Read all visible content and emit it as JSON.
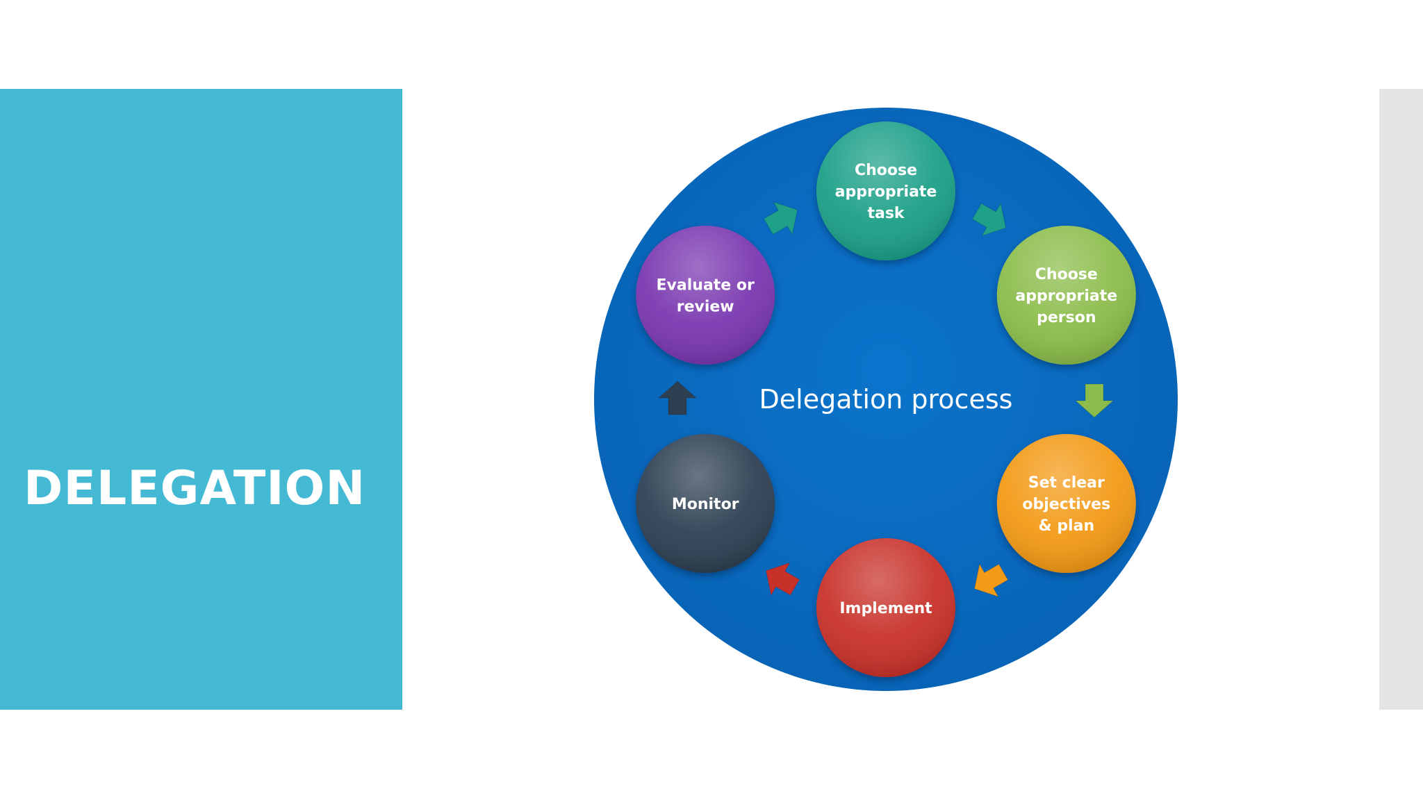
{
  "slide": {
    "title": "DELEGATION"
  },
  "diagram": {
    "center_label": "Delegation process",
    "background_color": "#0a6fc4",
    "steps": [
      {
        "id": "choose-task",
        "lines": [
          "Choose",
          "appropriate",
          "task"
        ],
        "color": "#1fa088",
        "arrow_color": "#1fa088"
      },
      {
        "id": "choose-person",
        "lines": [
          "Choose",
          "appropriate",
          "person"
        ],
        "color": "#8cbd4c",
        "arrow_color": "#8cbd4c"
      },
      {
        "id": "set-objectives",
        "lines": [
          "Set clear",
          "objectives",
          "& plan"
        ],
        "color": "#f39a17",
        "arrow_color": "#f39a17"
      },
      {
        "id": "implement",
        "lines": [
          "Implement"
        ],
        "color": "#c8302a",
        "arrow_color": "#c8302a"
      },
      {
        "id": "monitor",
        "lines": [
          "Monitor"
        ],
        "color": "#2f3f52",
        "arrow_color": "#2f3f52"
      },
      {
        "id": "evaluate",
        "lines": [
          "Evaluate or",
          "review"
        ],
        "color": "#7a39b0",
        "arrow_color": "#1fa088"
      }
    ]
  },
  "colors": {
    "left_panel": "#44b9d3",
    "right_strip": "#e4e4e6",
    "text": "#ffffff"
  }
}
